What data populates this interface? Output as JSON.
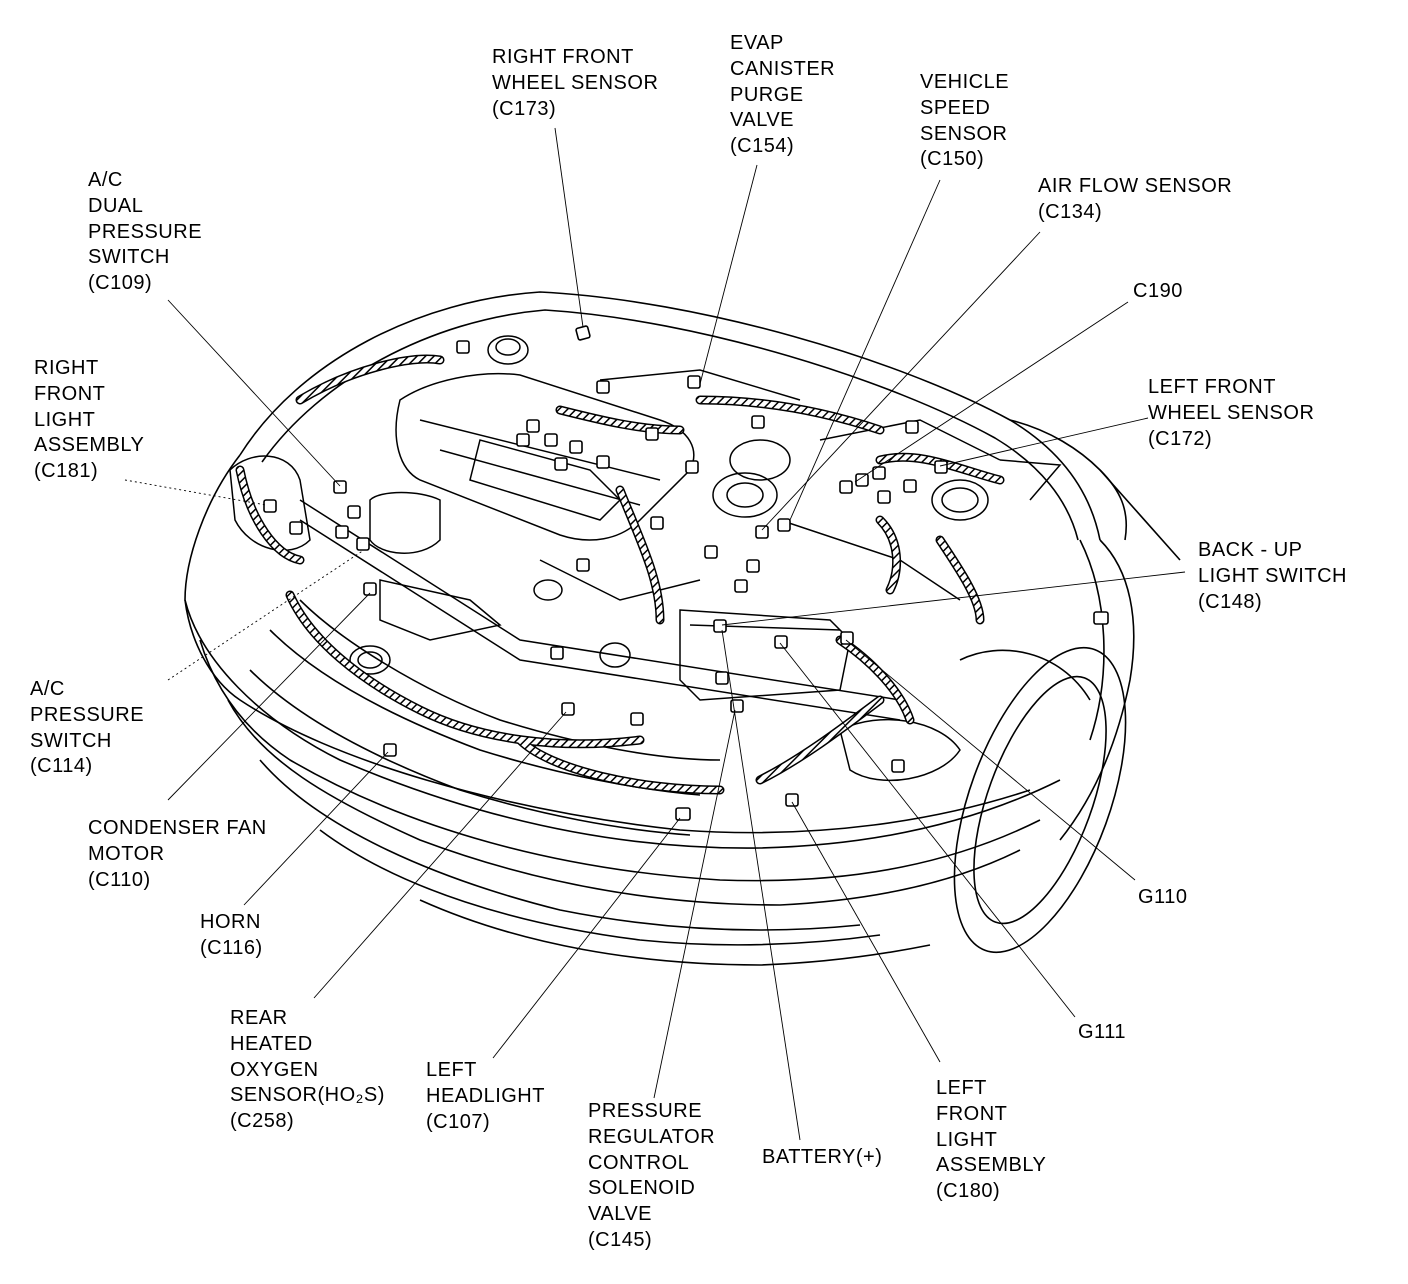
{
  "callouts": [
    {
      "id": "right-front-wheel-sensor",
      "lines": [
        "RIGHT  FRONT",
        "WHEEL SENSOR",
        "(C173)"
      ]
    },
    {
      "id": "evap-canister-purge-valve",
      "lines": [
        "EVAP",
        "CANISTER",
        "PURGE",
        "VALVE",
        "(C154)"
      ]
    },
    {
      "id": "vehicle-speed-sensor",
      "lines": [
        "VEHICLE",
        "SPEED",
        "SENSOR",
        "(C150)"
      ]
    },
    {
      "id": "air-flow-sensor",
      "lines": [
        "AIR  FLOW  SENSOR",
        "(C134)"
      ]
    },
    {
      "id": "c190",
      "lines": [
        "C190"
      ]
    },
    {
      "id": "ac-dual-pressure-switch",
      "lines": [
        "A/C",
        "DUAL",
        "PRESSURE",
        "SWITCH",
        "(C109)"
      ]
    },
    {
      "id": "right-front-light-assembly",
      "lines": [
        "RIGHT",
        "FRONT",
        "LIGHT",
        "ASSEMBLY",
        "(C181)"
      ]
    },
    {
      "id": "left-front-wheel-sensor",
      "lines": [
        "LEFT  FRONT",
        "WHEEL SENSOR",
        "(C172)"
      ]
    },
    {
      "id": "back-up-light-switch",
      "lines": [
        "BACK - UP",
        "LIGHT SWITCH",
        "(C148)"
      ]
    },
    {
      "id": "ac-pressure-switch",
      "lines": [
        "A/C",
        "PRESSURE",
        "SWITCH",
        "(C114)"
      ]
    },
    {
      "id": "condenser-fan-motor",
      "lines": [
        "CONDENSER  FAN",
        "MOTOR",
        "(C110)"
      ]
    },
    {
      "id": "horn",
      "lines": [
        "HORN",
        "(C116)"
      ]
    },
    {
      "id": "rear-heated-oxygen-sensor",
      "lines": [
        "REAR",
        "HEATED",
        "OXYGEN",
        "SENSOR(HO₂S)",
        "(C258)"
      ]
    },
    {
      "id": "left-headlight",
      "lines": [
        "LEFT",
        "HEADLIGHT",
        "(C107)"
      ]
    },
    {
      "id": "pressure-regulator-control-solenoid-valve",
      "lines": [
        "PRESSURE",
        "REGULATOR",
        "CONTROL",
        "SOLENOID",
        "VALVE",
        "(C145)"
      ]
    },
    {
      "id": "battery-positive",
      "lines": [
        "BATTERY(+)"
      ]
    },
    {
      "id": "left-front-light-assembly",
      "lines": [
        "LEFT",
        "FRONT",
        "LIGHT",
        "ASSEMBLY",
        "(C180)"
      ]
    },
    {
      "id": "g110",
      "lines": [
        "G110"
      ]
    },
    {
      "id": "g111",
      "lines": [
        "G111"
      ]
    }
  ]
}
